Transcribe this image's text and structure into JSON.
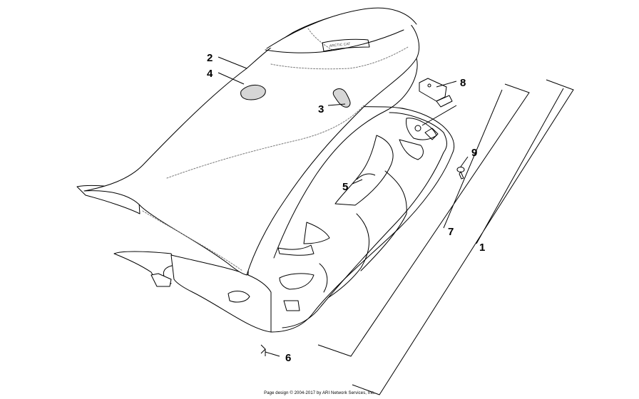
{
  "colors": {
    "line": "#000000",
    "fill": "#ffffff",
    "stitch": "#7a7a7a"
  },
  "callouts": [
    {
      "id": "1",
      "label": "1"
    },
    {
      "id": "2",
      "label": "2"
    },
    {
      "id": "3",
      "label": "3"
    },
    {
      "id": "4",
      "label": "4"
    },
    {
      "id": "5",
      "label": "5"
    },
    {
      "id": "6",
      "label": "6"
    },
    {
      "id": "7",
      "label": "7"
    },
    {
      "id": "8",
      "label": "8"
    },
    {
      "id": "9",
      "label": "9"
    }
  ],
  "seat_logo": "ARCTIC CAT",
  "footer": "Page design © 2004-2017 by ARI Network Services, Inc."
}
